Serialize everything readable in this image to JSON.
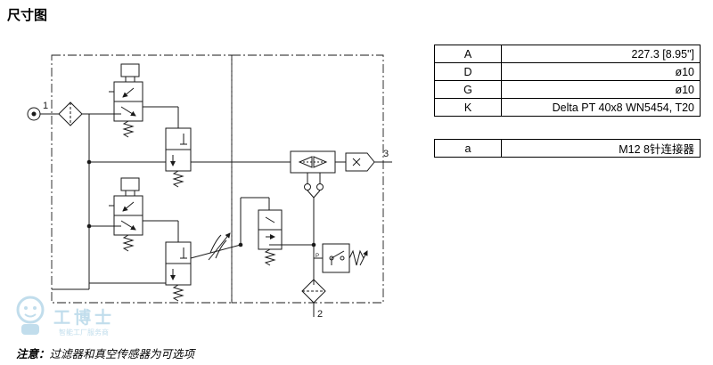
{
  "page": {
    "title": "尺寸图"
  },
  "dimensions": [
    {
      "key": "A",
      "value": "227.3 [8.95\"]"
    },
    {
      "key": "D",
      "value": "ø10"
    },
    {
      "key": "G",
      "value": "ø10"
    },
    {
      "key": "K",
      "value": "Delta PT 40x8 WN5454, T20"
    }
  ],
  "connector": [
    {
      "key": "a",
      "value": "M12 8针连接器"
    }
  ],
  "ports": {
    "p1": "1",
    "p2": "2",
    "p3": "3",
    "p_small": "P"
  },
  "note": {
    "prefix": "注意：",
    "text": "过滤器和真空传感器为可选项"
  },
  "watermark": {
    "name": "工博士",
    "subtitle": "智能工厂服务商"
  },
  "colors": {
    "line": "#1a1a1a",
    "watermark": "#8fc3dd"
  }
}
